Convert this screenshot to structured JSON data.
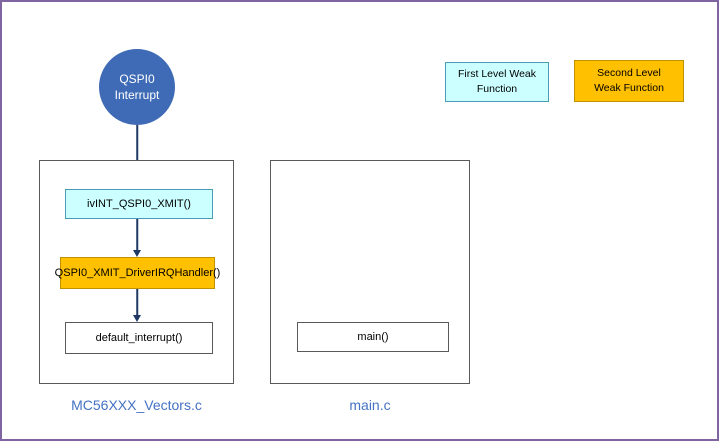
{
  "diagram": {
    "interrupt": {
      "line1": "QSPI0",
      "line2": "Interrupt"
    },
    "legend": {
      "items": [
        {
          "label": "First Level Weak Function",
          "color": "#CCFFFF"
        },
        {
          "label": "Second Level Weak Function",
          "color": "#FFC000"
        }
      ]
    },
    "vectors": {
      "nodes": [
        {
          "label": "ivINT_QSPI0_XMIT()",
          "type": "first-level-weak"
        },
        {
          "label": "QSPI0_XMIT_DriverIRQHandler()",
          "type": "second-level-weak"
        },
        {
          "label": "default_interrupt()",
          "type": "normal"
        }
      ],
      "caption": "MC56XXX_Vectors.c"
    },
    "main": {
      "nodes": [
        {
          "label": "main()",
          "type": "normal"
        }
      ],
      "caption": "main.c"
    },
    "colors": {
      "circle_fill": "#3F6BB6",
      "first_level_weak": "#CCFFFF",
      "second_level_weak": "#FFC000",
      "arrow": "#1F3864",
      "caption_text": "#4472C4",
      "outer_border": "#8064A2"
    }
  }
}
